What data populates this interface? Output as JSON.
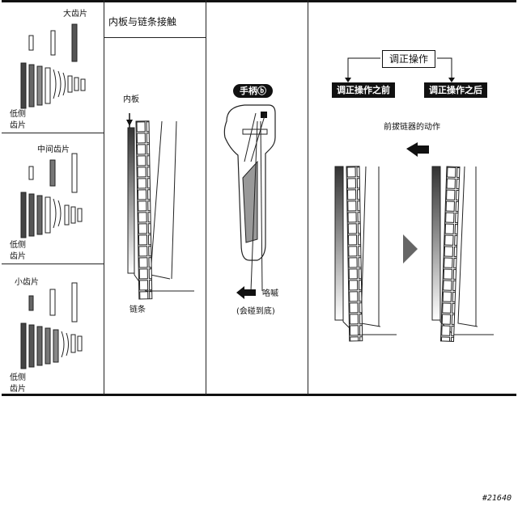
{
  "gear_panel": {
    "top": {
      "big_gear": "大齿片",
      "low_gear_line1": "低侧",
      "low_gear_line2": "齿片"
    },
    "middle": {
      "mid_gear": "中间齿片",
      "low_gear_line1": "低侧",
      "low_gear_line2": "齿片"
    },
    "bottom": {
      "small_gear": "小齿片",
      "low_gear_line1": "低侧",
      "low_gear_line2": "齿片"
    }
  },
  "inner_plate_panel": {
    "header": "内板与链条接触",
    "inner_plate_label": "内板",
    "chain_label": "链条"
  },
  "lever_panel": {
    "lever_label": "手柄",
    "lever_marker": "ⓑ",
    "click_label": "咯嘁",
    "click_note": "(会碰到底)"
  },
  "adjust_panel": {
    "adjust_box": "调正操作",
    "before_label": "调正操作之前",
    "after_label": "调正操作之后",
    "derailleur_motion": "前拔链器的动作"
  },
  "watermark": "#21640",
  "icons": {
    "left_arrow": "left-arrow-icon",
    "right_triangle": "right-triangle-icon"
  }
}
